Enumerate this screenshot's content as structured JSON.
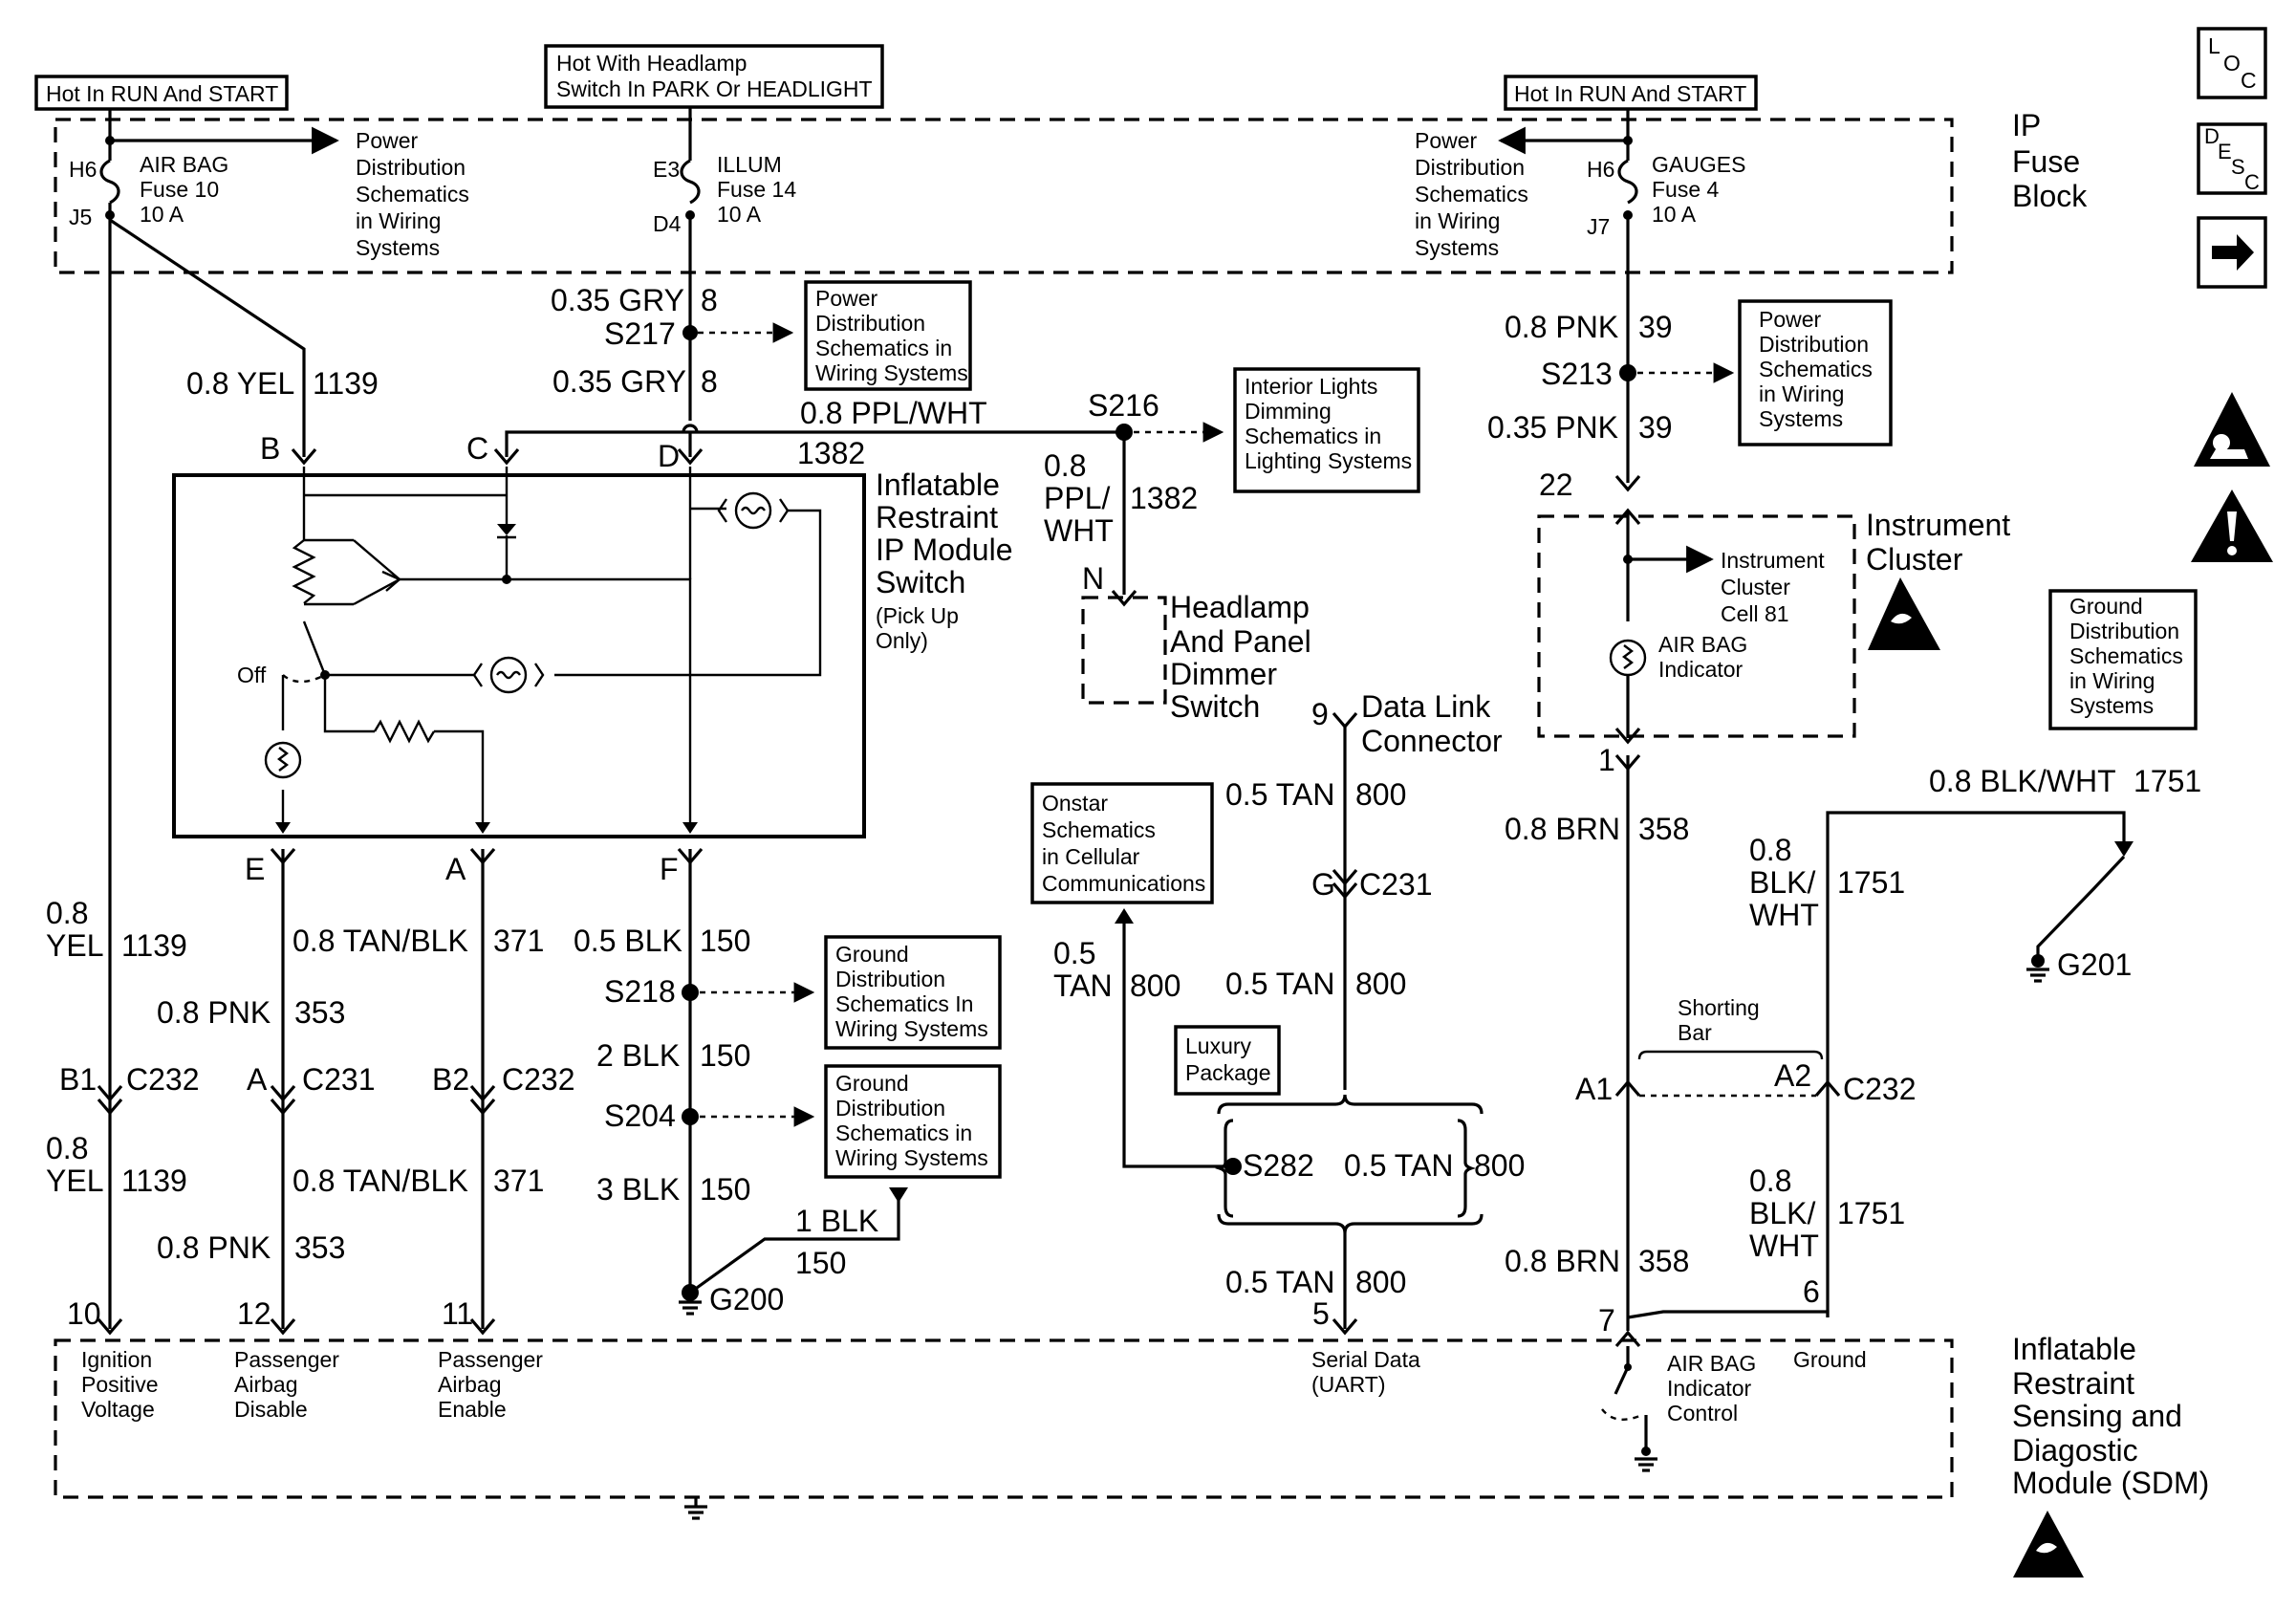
{
  "fuse_block": {
    "title": [
      "IP",
      "Fuse",
      "Block"
    ],
    "hot_labels": [
      "Hot In RUN And START",
      "Hot With Headlamp",
      "Switch In PARK Or HEADLIGHT",
      "Hot In RUN And START"
    ],
    "fuses": [
      {
        "in_pin": "H6",
        "out_pin": "J5",
        "lines": [
          "AIR BAG",
          "Fuse 10",
          "10 A"
        ]
      },
      {
        "in_pin": "E3",
        "out_pin": "D4",
        "lines": [
          "ILLUM",
          "Fuse 14",
          "10 A"
        ]
      },
      {
        "in_pin": "H6",
        "out_pin": "J7",
        "lines": [
          "GAUGES",
          "Fuse 4",
          "10 A"
        ]
      }
    ],
    "pds_note_1": [
      "Power",
      "Distribution",
      "Schematics",
      "in Wiring",
      "Systems"
    ],
    "pds_note_2": [
      "Power",
      "Distribution",
      "Schematics",
      "in Wiring",
      "Systems"
    ]
  },
  "nav": {
    "loc": "LOC",
    "desc": "DESC",
    "arrow": "arrow-right-icon"
  },
  "ref_boxes": {
    "pds_s217": [
      "Power",
      "Distribution",
      "Schematics in",
      "Wiring Systems"
    ],
    "pds_s213": [
      "Power",
      "Distribution",
      "Schematics",
      "in Wiring",
      "Systems"
    ],
    "interior": [
      "Interior Lights",
      "Dimming",
      "Schematics in",
      "Lighting Systems"
    ],
    "gnd_s218": [
      "Ground",
      "Distribution",
      "Schematics In",
      "Wiring Systems"
    ],
    "gnd_s204": [
      "Ground",
      "Distribution",
      "Schematics in",
      "Wiring Systems"
    ],
    "gnd_g201": [
      "Ground",
      "Distribution",
      "Schematics",
      "in Wiring",
      "Systems"
    ],
    "onstar": [
      "Onstar",
      "Schematics",
      "in Cellular",
      "Communications"
    ],
    "luxury": [
      "Luxury",
      "Package"
    ]
  },
  "components": {
    "ip_switch": [
      "Inflatable",
      "Restraint",
      "IP Module",
      "Switch"
    ],
    "ip_switch_note": [
      "(Pick Up",
      "Only)"
    ],
    "off_label": "Off",
    "pins_top": [
      "B",
      "C",
      "D"
    ],
    "pins_bottom": [
      "E",
      "A",
      "F"
    ],
    "dimmer": [
      "Headlamp",
      "And Panel",
      "Dimmer",
      "Switch"
    ],
    "dimmer_pin": "N",
    "dlc": [
      "Data Link",
      "Connector"
    ],
    "dlc_pin": "9",
    "cluster": [
      "Instrument",
      "Cluster"
    ],
    "cluster_pins": [
      "22",
      "1"
    ],
    "cluster_cell": [
      "Instrument",
      "Cluster",
      "Cell 81"
    ],
    "airbag_indicator": [
      "AIR BAG",
      "Indicator"
    ],
    "sdm": [
      "Inflatable",
      "Restraint",
      "Sensing and",
      "Diagostic",
      "Module (SDM)"
    ],
    "sdm_pins": [
      "10",
      "12",
      "11",
      "5",
      "7",
      "6"
    ],
    "sdm_functions": {
      "ignition": [
        "Ignition",
        "Positive",
        "Voltage"
      ],
      "disable": [
        "Passenger",
        "Airbag",
        "Disable"
      ],
      "enable": [
        "Passenger",
        "Airbag",
        "Enable"
      ],
      "serial": [
        "Serial Data",
        "(UART)"
      ],
      "indicator": [
        "AIR BAG",
        "Indicator",
        "Control"
      ],
      "ground": "Ground"
    }
  },
  "wires": {
    "w1139_a": [
      "0.8 YEL",
      "1139"
    ],
    "w1139_b": [
      "0.8",
      "YEL",
      "1139"
    ],
    "w1139_c": [
      "0.8",
      "YEL",
      "1139"
    ],
    "w8_a": [
      "0.35 GRY",
      "8"
    ],
    "w8_b": [
      "0.35 GRY",
      "8"
    ],
    "w1382_a": [
      "0.8 PPL/WHT",
      "1382"
    ],
    "w1382_b": [
      "0.8",
      "PPL/",
      "WHT",
      "1382"
    ],
    "w353_a": [
      "0.8 PNK",
      "353"
    ],
    "w353_b": [
      "0.8 PNK",
      "353"
    ],
    "w371_a": [
      "0.8 TAN/BLK",
      "371"
    ],
    "w371_b": [
      "0.8 TAN/BLK",
      "371"
    ],
    "w150": [
      "0.5 BLK",
      "150",
      "2 BLK",
      "150",
      "3 BLK",
      "150",
      "1 BLK",
      "150"
    ],
    "w800": [
      "0.5 TAN",
      "800",
      "0.5 TAN",
      "800",
      "0.5 TAN",
      "800",
      "0.5",
      "TAN",
      "800",
      "0.5 TAN",
      "800"
    ],
    "w39": [
      "0.8 PNK",
      "39",
      "0.35 PNK",
      "39"
    ],
    "w358": [
      "0.8 BRN",
      "358",
      "0.8 BRN",
      "358"
    ],
    "w1751": [
      "0.8 BLK/WHT",
      "1751",
      "0.8",
      "BLK/",
      "WHT",
      "1751",
      "0.8",
      "BLK/",
      "WHT",
      "1751"
    ]
  },
  "splices": {
    "s217": "S217",
    "s216": "S216",
    "s218": "S218",
    "s204": "S204",
    "s213": "S213",
    "s282": "S282"
  },
  "grounds": {
    "g200": "G200",
    "g201": "G201"
  },
  "connectors": {
    "c232_b1": "B1",
    "c232_b1_name": "C232",
    "c231_a": "A",
    "c231_a_name": "C231",
    "c232_b2": "B2",
    "c232_b2_name": "C232",
    "c231_g": "G",
    "c231_g_name": "C231",
    "c232_a1": "A1",
    "c232_a2": "A2",
    "c232_name": "C232",
    "shorting": [
      "Shorting",
      "Bar"
    ]
  }
}
